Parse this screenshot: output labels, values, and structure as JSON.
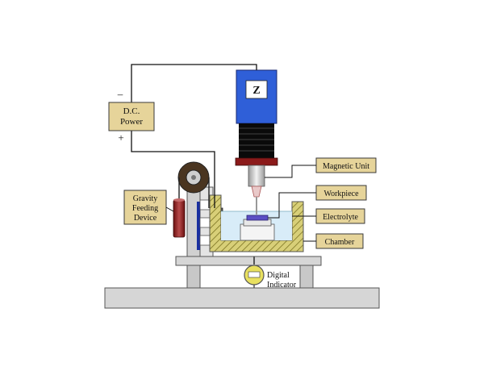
{
  "labels": {
    "dc_power": [
      "D.C.",
      "Power"
    ],
    "polarity_minus": "–",
    "polarity_plus": "+",
    "z_axis": "Z",
    "magnetic_unit": "Magnetic Unit",
    "workpiece": "Workpiece",
    "electrolyte": "Electrolyte",
    "chamber": "Chamber",
    "gravity_feeding_device": [
      "Gravity",
      "Feeding",
      "Device"
    ],
    "digital_indicator": [
      "Digital",
      "Indicator"
    ]
  },
  "colors": {
    "label_box_fill": "#e6d49a",
    "label_box_stroke": "#3a3a3a",
    "z_unit_blue": "#2f5fd8",
    "bellows_black": "#0a0a0a",
    "magnetic_red": "#8b1a1a",
    "electrolyte_blue": "#cfe6f5",
    "workpiece_purple": "#5b4fc4",
    "chamber_hatch": "#c9c063",
    "base_gray": "#d4d4d4",
    "column_blue": "#1a2fa0"
  }
}
